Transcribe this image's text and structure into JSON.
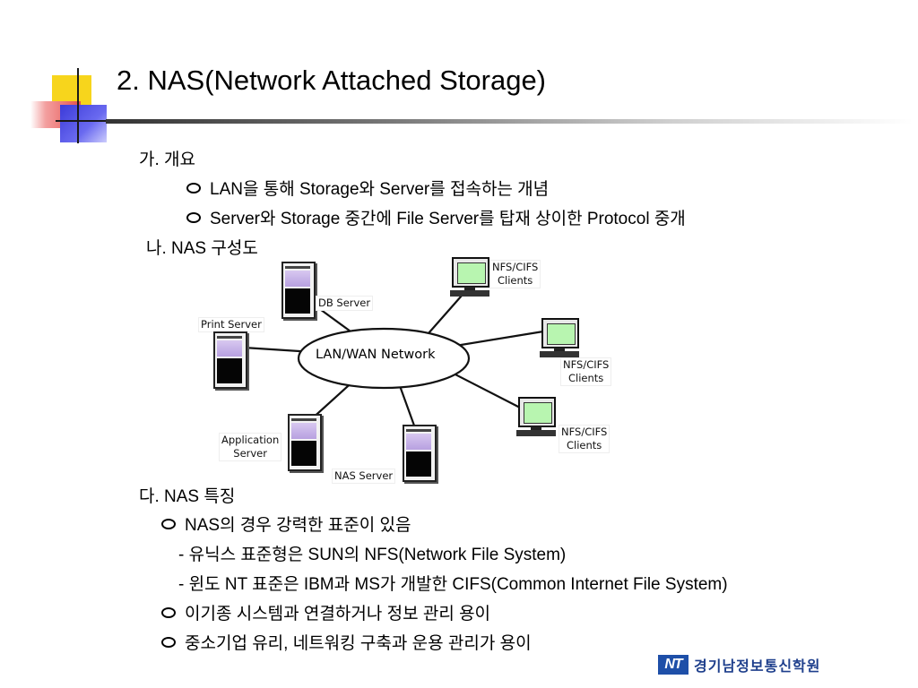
{
  "title": "2.  NAS(Network Attached Storage)",
  "section_a": {
    "heading": "가. 개요",
    "items": [
      "LAN을 통해 Storage와 Server를 접속하는 개념",
      "Server와 Storage 중간에 File Server를 탑재 상이한 Protocol 중개"
    ]
  },
  "section_b": {
    "heading": "나. NAS 구성도",
    "diagram": {
      "network_label": "LAN/WAN Network",
      "db_server": "DB  Server",
      "print_server": "Print Server",
      "application_server_line1": "Application",
      "application_server_line2": "Server",
      "nas_server": "NAS  Server",
      "client_1_line1": "NFS/CIFS",
      "client_1_line2": "Clients",
      "client_2_line1": "NFS/CIFS",
      "client_2_line2": "Clients",
      "client_3_line1": "NFS/CIFS",
      "client_3_line2": "Clients"
    }
  },
  "section_c": {
    "heading": "다. NAS 특징",
    "items": [
      "NAS의 경우 강력한 표준이 있음",
      "- 유닉스 표준형은 SUN의 NFS(Network File System)",
      "- 윈도 NT 표준은 IBM과 MS가 개발한 CIFS(Common Internet File System)",
      "이기종 시스템과 연결하거나 정보 관리 용이",
      "중소기업 유리, 네트워킹 구축과 운용 관리가 용이"
    ]
  },
  "logo": {
    "mark": "NT",
    "text": "경기남정보통신학원"
  }
}
